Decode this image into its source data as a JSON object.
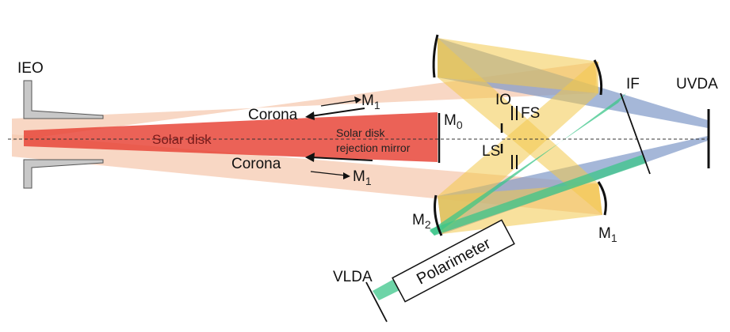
{
  "labels": {
    "ieo": "IEO",
    "solar_disk": "Solar disk",
    "corona_top": "Corona",
    "corona_bottom": "Corona",
    "m1_top_arrow": "M",
    "m1_top_arrow_sub": "1",
    "m1_bottom_arrow": "M",
    "m1_bottom_arrow_sub": "1",
    "rejection_line1": "Solar disk",
    "rejection_line2": "rejection mirror",
    "m0": "M",
    "m0_sub": "0",
    "io": "IO",
    "fs": "FS",
    "ls": "LS",
    "if": "IF",
    "uvda": "UVDA",
    "m2": "M",
    "m2_sub": "2",
    "m1_lower": "M",
    "m1_lower_sub": "1",
    "polarimeter": "Polarimeter",
    "vlda": "VLDA"
  },
  "colors": {
    "corona_beam": "#f6c9b0",
    "solar_disk_beam": "#e8463a",
    "uv_beam": "#7f98c8",
    "yellow_beam": "#f2c94c",
    "green_beam": "#3cc68a",
    "component": "#111111",
    "occulter": "#c8c8c8"
  }
}
